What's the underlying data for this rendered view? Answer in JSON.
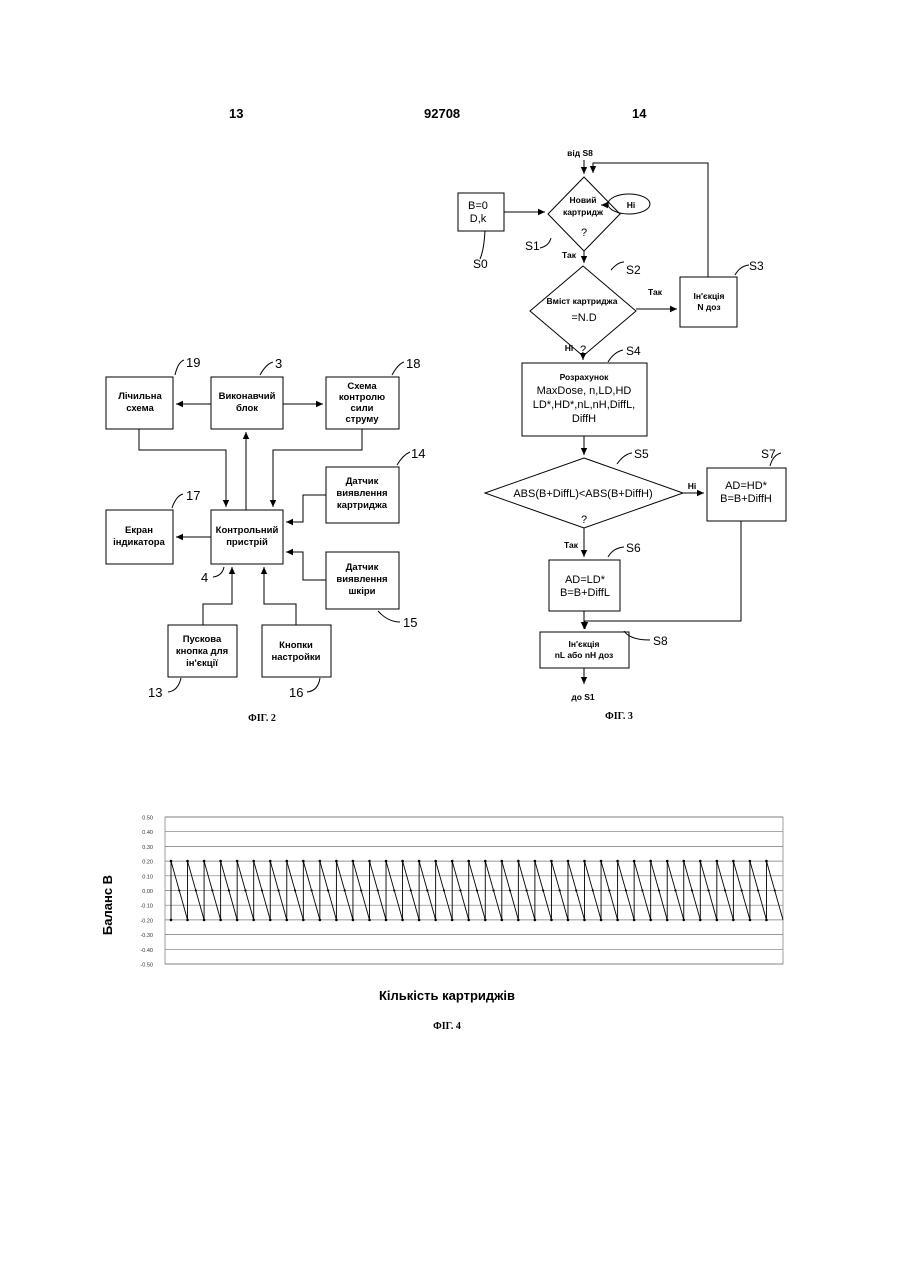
{
  "header": {
    "page_left": "13",
    "patent_number": "92708",
    "page_right": "14"
  },
  "fig2": {
    "caption": "ФІГ. 2",
    "blocks": {
      "counter": [
        "Лічильна",
        "схема"
      ],
      "actuator": [
        "Виконавчий",
        "блок"
      ],
      "current_control": [
        "Схема",
        "контролю",
        "сили",
        "струму"
      ],
      "cartridge_sensor": [
        "Датчик",
        "виявлення",
        "картриджа"
      ],
      "display": [
        "Екран",
        "індикатора"
      ],
      "controller": [
        "Контрольний",
        "пристрій"
      ],
      "skin_sensor": [
        "Датчик",
        "виявлення",
        "шкіри"
      ],
      "start_button": [
        "Пускова",
        "кнопка для",
        "ін'єкції"
      ],
      "settings_buttons": [
        "Кнопки",
        "настройки"
      ]
    },
    "refs": {
      "r19": "19",
      "r3": "3",
      "r18": "18",
      "r14": "14",
      "r17": "17",
      "r4": "4",
      "r15": "15",
      "r13": "13",
      "r16": "16"
    }
  },
  "fig3": {
    "caption": "ФІГ. 3",
    "from_s8": "від S8",
    "to_s1": "до S1",
    "init_block": [
      "B=0",
      "D,k"
    ],
    "new_cartridge": [
      "Новий",
      "картридж",
      "?"
    ],
    "no_bubble": "Ні",
    "content_check": [
      "Вміст картриджа",
      "=N.D",
      "?"
    ],
    "injection_n": [
      "Ін'єкція",
      "N доз"
    ],
    "calculation": [
      "Розрахунок",
      "MaxDose, n,LD,HD",
      "LD*,HD*,nL,nH,DiffL,",
      "DiffH"
    ],
    "comparison": [
      "ABS(B+DiffL)<ABS(B+DiffH)",
      "?"
    ],
    "low_dose": [
      "AD=LD*",
      "B=B+DiffL"
    ],
    "high_dose": [
      "AD=HD*",
      "B=B+DiffH"
    ],
    "final_injection": [
      "Ін'єкція",
      "nL або nH доз"
    ],
    "yes": "Так",
    "no": "Ні",
    "steps": {
      "s0": "S0",
      "s1": "S1",
      "s2": "S2",
      "s3": "S3",
      "s4": "S4",
      "s5": "S5",
      "s6": "S6",
      "s7": "S7",
      "s8": "S8"
    }
  },
  "fig4": {
    "caption": "ФІГ. 4",
    "chart_data": {
      "type": "line",
      "ylabel": "Баланс B",
      "xlabel": "Кількість картриджів",
      "ylim": [
        -0.5,
        0.5
      ],
      "yticks": [
        "0.50",
        "0.40",
        "0.30",
        "0.20",
        "0.10",
        "0.00",
        "-0.10",
        "-0.20",
        "-0.30",
        "-0.40",
        "-0.50"
      ],
      "grid": true,
      "series": [
        {
          "pattern": "sawtooth",
          "max": 0.2,
          "min": -0.2,
          "cycles": 37,
          "color": "#000000"
        }
      ]
    }
  }
}
